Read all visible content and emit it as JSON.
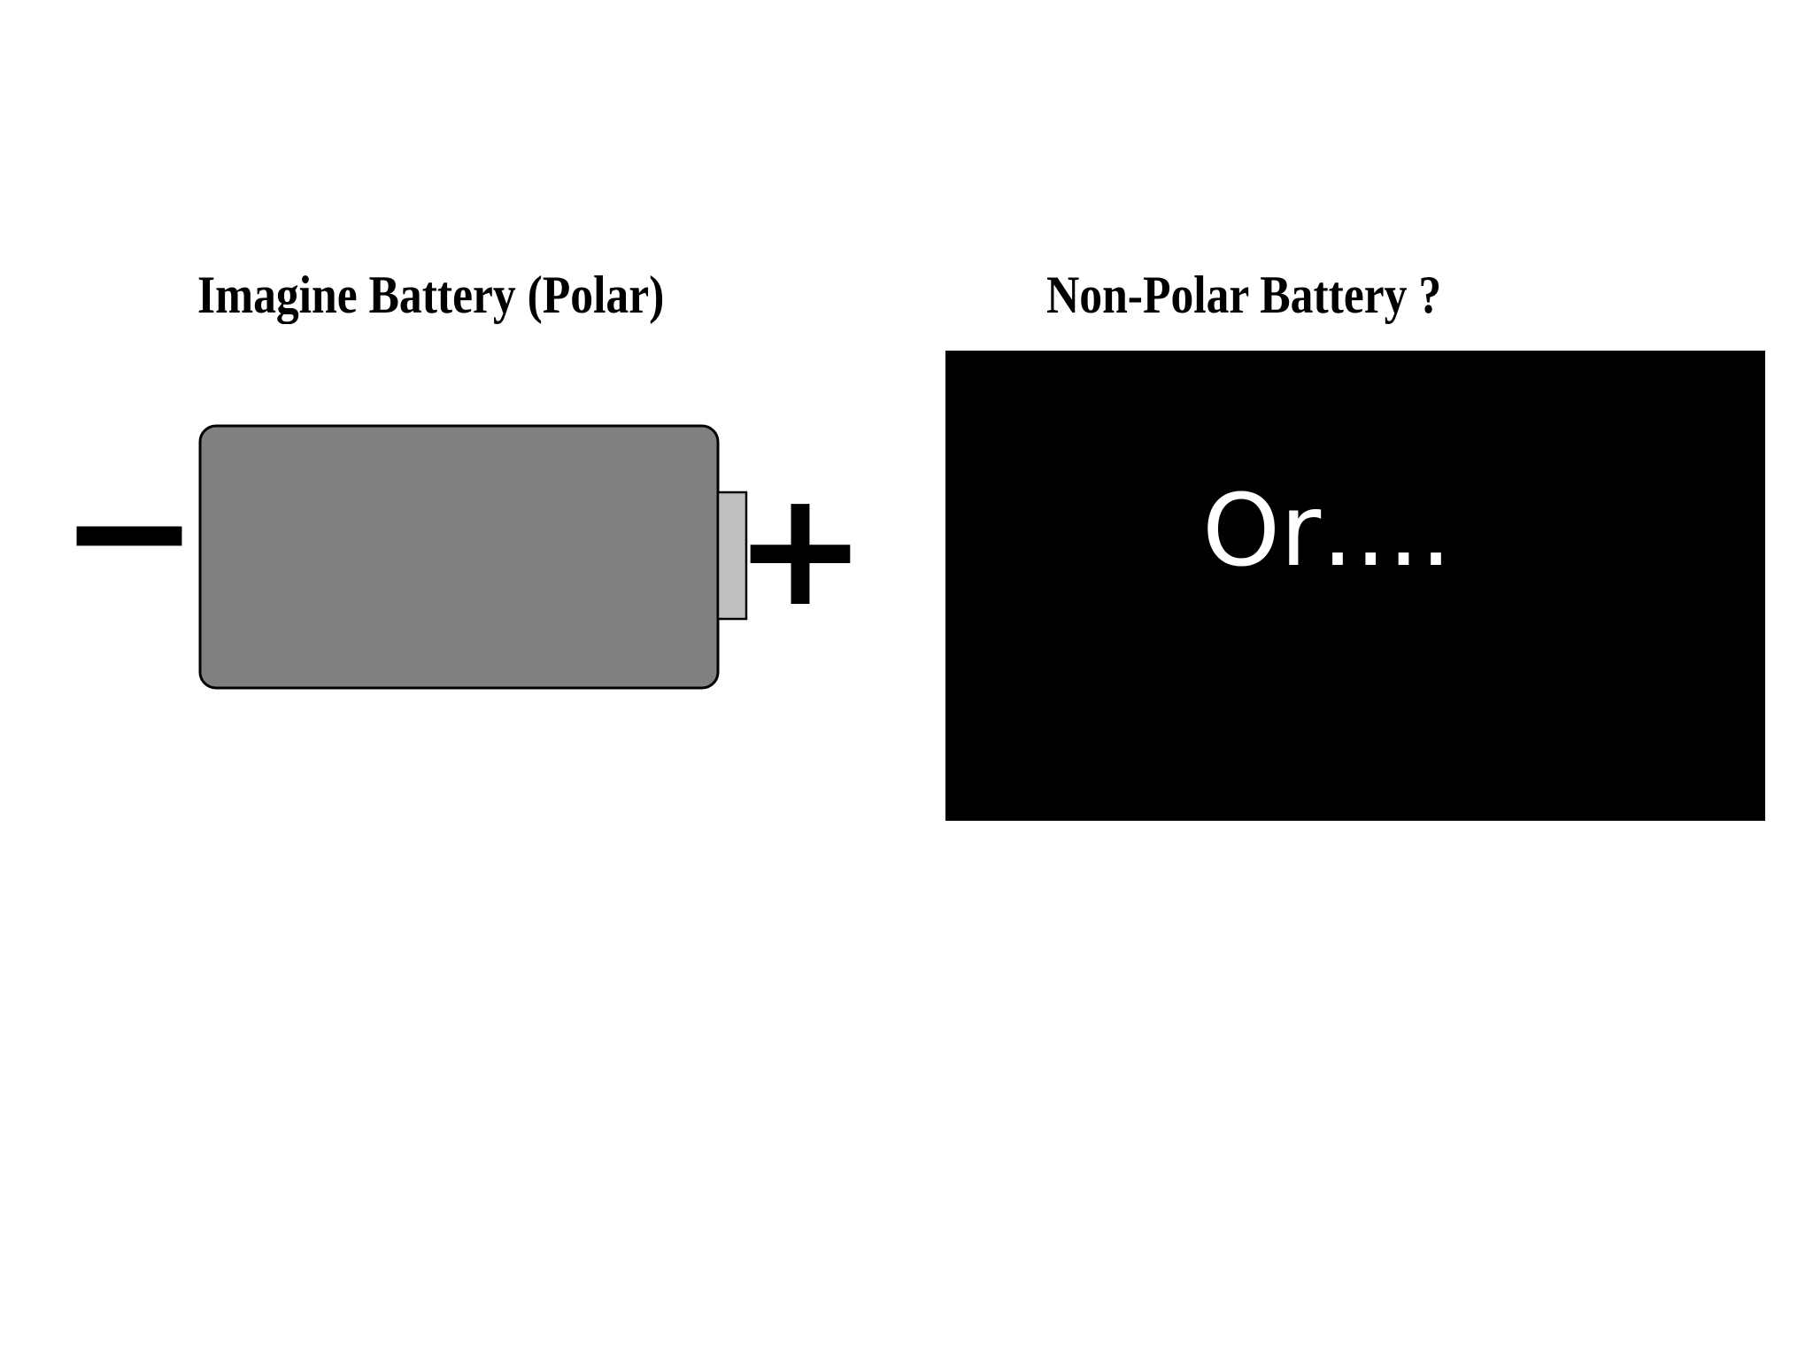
{
  "left_figure": {
    "heading": "Imagine Battery (Polar)",
    "negative_symbol": "−",
    "positive_symbol": "+",
    "battery_body_color": "#808080",
    "battery_terminal_color": "#c0c0c0"
  },
  "right_figure": {
    "heading": "Non-Polar Battery ?",
    "panel_text": "Or….",
    "panel_color": "#000000"
  }
}
